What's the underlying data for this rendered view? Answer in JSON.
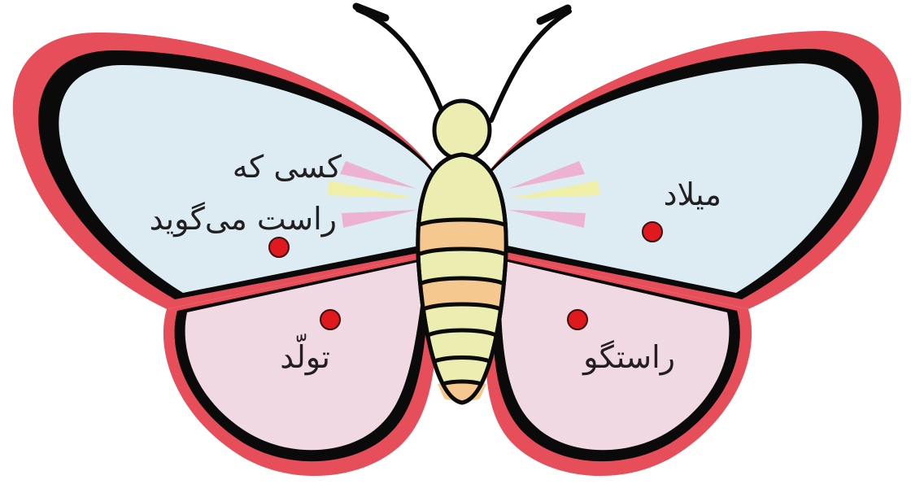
{
  "labels": {
    "upper_left_line1": "کسی که",
    "upper_left_line2": "راست می‌گوید",
    "upper_right": "میلاد",
    "lower_left": "تولّد",
    "lower_right": "راستگو"
  },
  "colors": {
    "upper_wing_fill": "#dcecf2",
    "lower_wing_fill": "#f1d9e3",
    "wing_outer_red": "#e64f5a",
    "wing_outline": "#0a0a0a",
    "body_yellow": "#ecedb0",
    "body_orange": "#f4c88f",
    "glow_pink": "#f0a8c9",
    "glow_yellow": "#f4f09a",
    "dot_red": "#e0191f"
  },
  "icons": {
    "figure": "butterfly-illustration",
    "dot": "red-dot"
  }
}
